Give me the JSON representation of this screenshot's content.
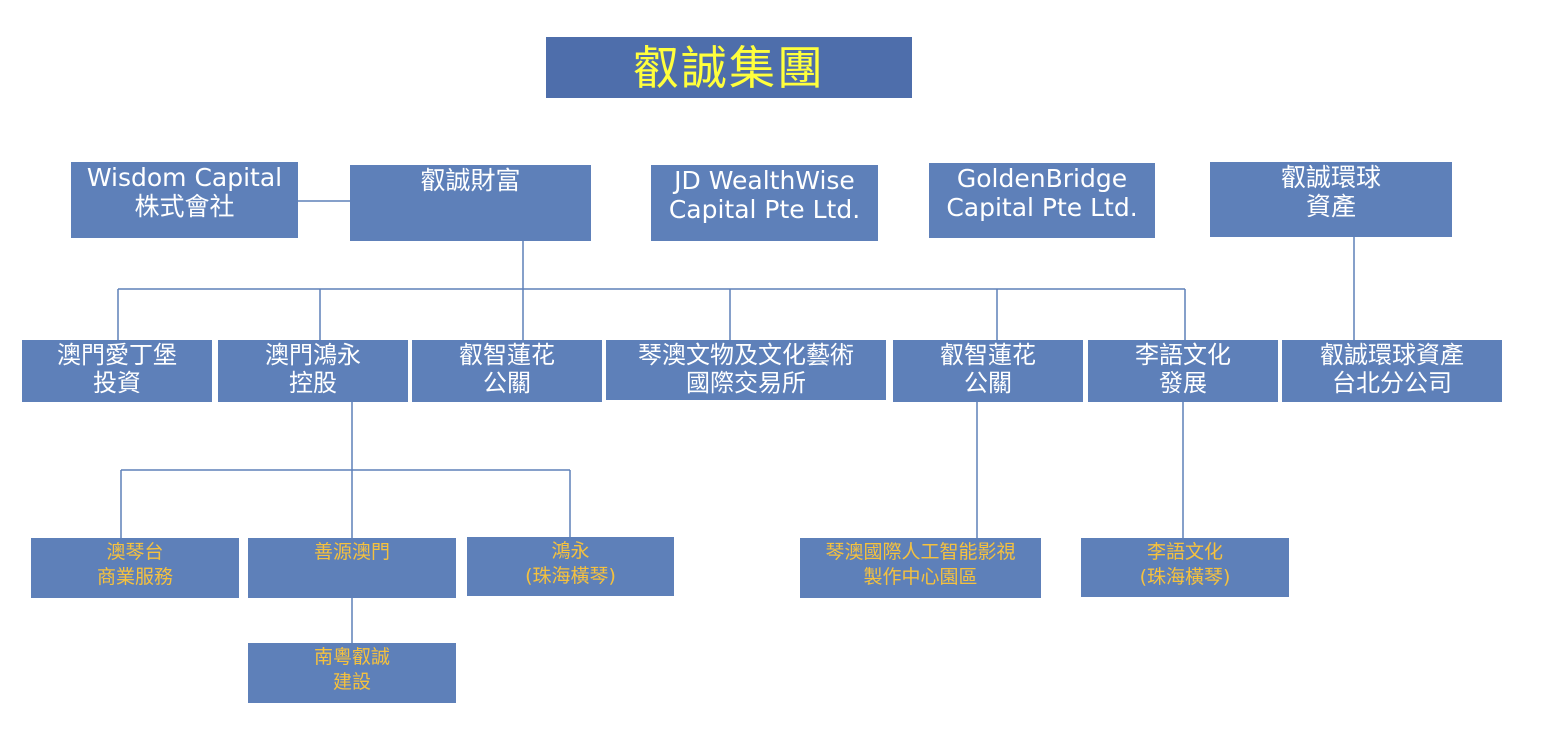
{
  "title": "叡誠集團",
  "colors": {
    "box_fill": "#5e80b9",
    "title_fill": "#4e6eab",
    "title_text": "#ffff3c",
    "box_text": "#ffffff",
    "subsidiary_text": "#f5c13e",
    "connector": "#5e80b9"
  },
  "top_row": [
    {
      "line1": "Wisdom Capital",
      "line2": "株式會社"
    },
    {
      "line1": "叡誠財富",
      "line2": ""
    },
    {
      "line1": "JD WealthWise",
      "line2": "Capital Pte Ltd."
    },
    {
      "line1": "GoldenBridge",
      "line2": "Capital Pte Ltd."
    },
    {
      "line1": "叡誠環球",
      "line2": "資產"
    }
  ],
  "mid_row": [
    {
      "line1": "澳門愛丁堡",
      "line2": "投資"
    },
    {
      "line1": "澳門鴻永",
      "line2": "控股"
    },
    {
      "line1": "叡智蓮花",
      "line2": "公關"
    },
    {
      "line1": "琴澳文物及文化藝術",
      "line2": "國際交易所"
    },
    {
      "line1": "叡智蓮花",
      "line2": "公關"
    },
    {
      "line1": "李語文化",
      "line2": "發展"
    },
    {
      "line1": "叡誠環球資產",
      "line2": "台北分公司"
    }
  ],
  "low_row": [
    {
      "line1": "澳琴台",
      "line2": "商業服務"
    },
    {
      "line1": "善源澳門",
      "line2": ""
    },
    {
      "line1": "鴻永",
      "line2": "(珠海橫琴)"
    },
    {
      "line1": "琴澳國際人工智能影視",
      "line2": "製作中心園區"
    },
    {
      "line1": "李語文化",
      "line2": "(珠海橫琴)"
    }
  ],
  "bottom_row": [
    {
      "line1": "南粵叡誠",
      "line2": "建設"
    }
  ]
}
